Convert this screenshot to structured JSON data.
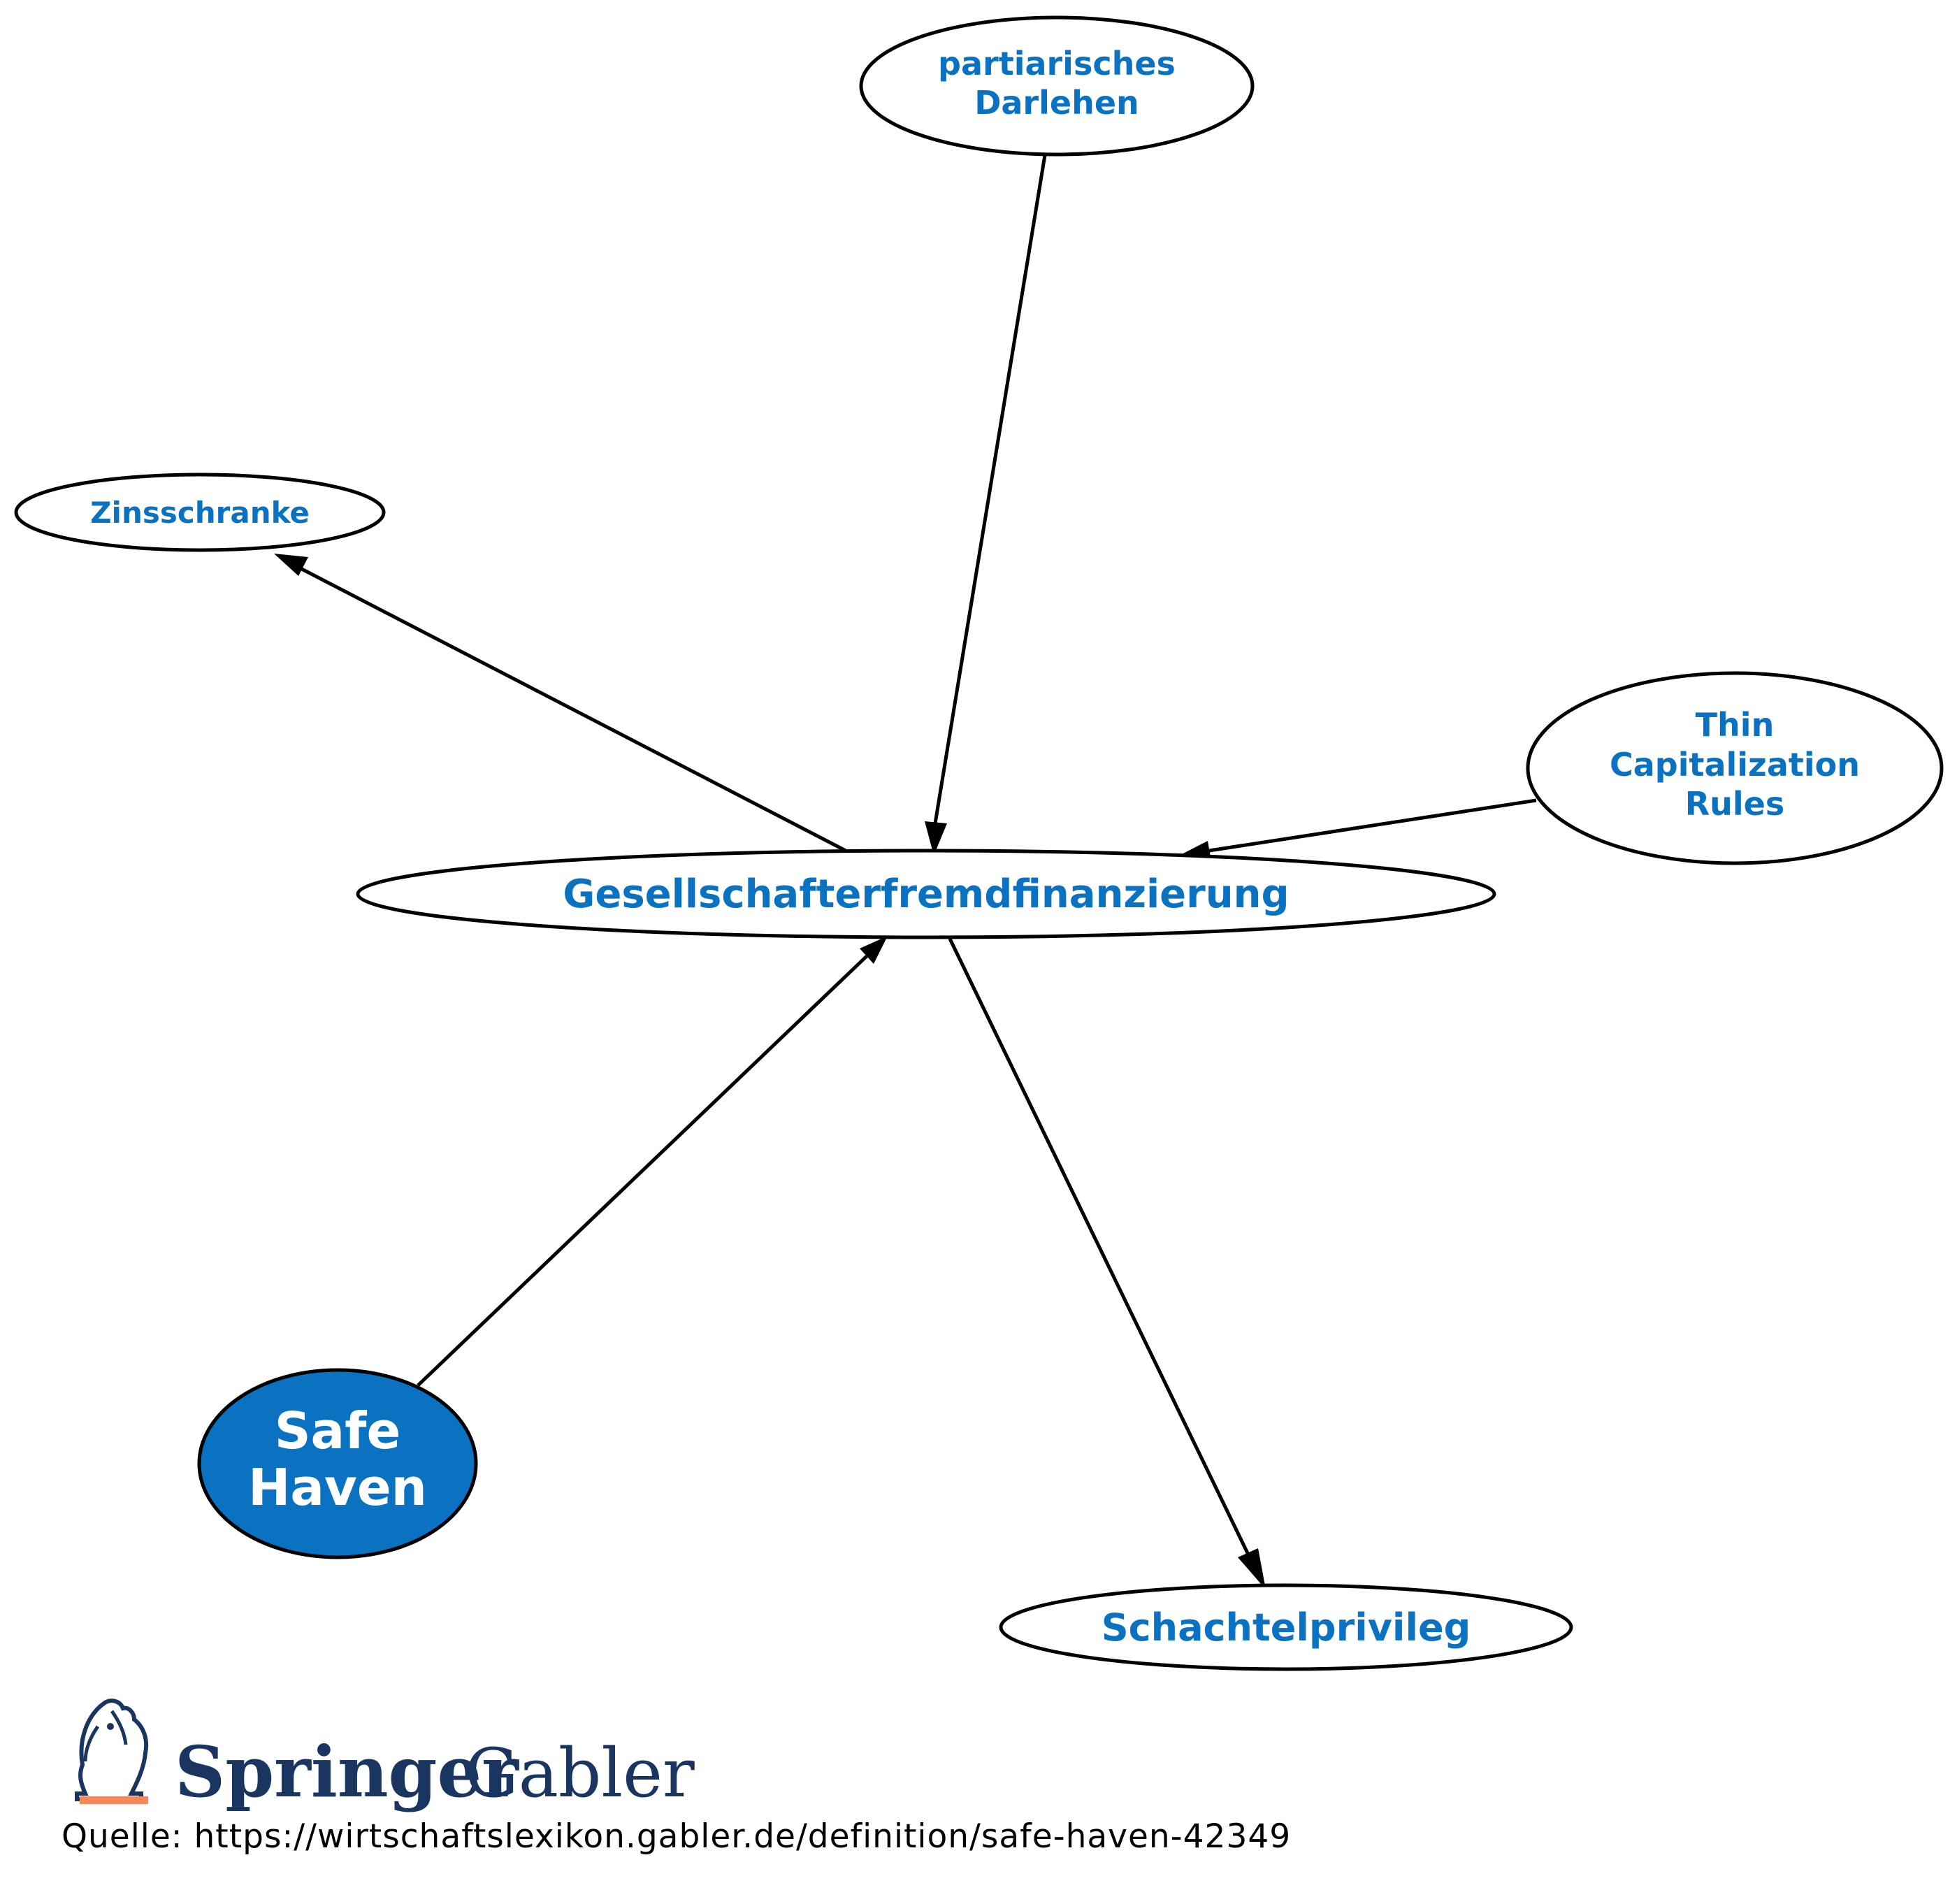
{
  "nodes": {
    "partiarisches_darlehen": [
      "partiarisches",
      "Darlehen"
    ],
    "zinsschranke": [
      "Zinsschranke"
    ],
    "thin_capitalization_rules": [
      "Thin",
      "Capitalization",
      "Rules"
    ],
    "gesellschafterfremdfinanzierung": [
      "Gesellschafterfremdfinanzierung"
    ],
    "safe_haven": [
      "Safe",
      "Haven"
    ],
    "schachtelprivileg": [
      "Schachtelprivileg"
    ]
  },
  "edges": [
    {
      "from": "partiarisches_darlehen",
      "to": "gesellschafterfremdfinanzierung"
    },
    {
      "from": "gesellschafterfremdfinanzierung",
      "to": "zinsschranke"
    },
    {
      "from": "thin_capitalization_rules",
      "to": "gesellschafterfremdfinanzierung"
    },
    {
      "from": "safe_haven",
      "to": "gesellschafterfremdfinanzierung"
    },
    {
      "from": "gesellschafterfremdfinanzierung",
      "to": "schachtelprivileg"
    }
  ],
  "colors": {
    "accent": "#0a72c0",
    "brand": "#1a3560",
    "brand_underline": "#f08a5d"
  },
  "branding": {
    "springer": "Springer",
    "gabler": "Gabler",
    "logo_icon": "springer-horse-icon"
  },
  "source": "Quelle: https://wirtschaftslexikon.gabler.de/definition/safe-haven-42349"
}
